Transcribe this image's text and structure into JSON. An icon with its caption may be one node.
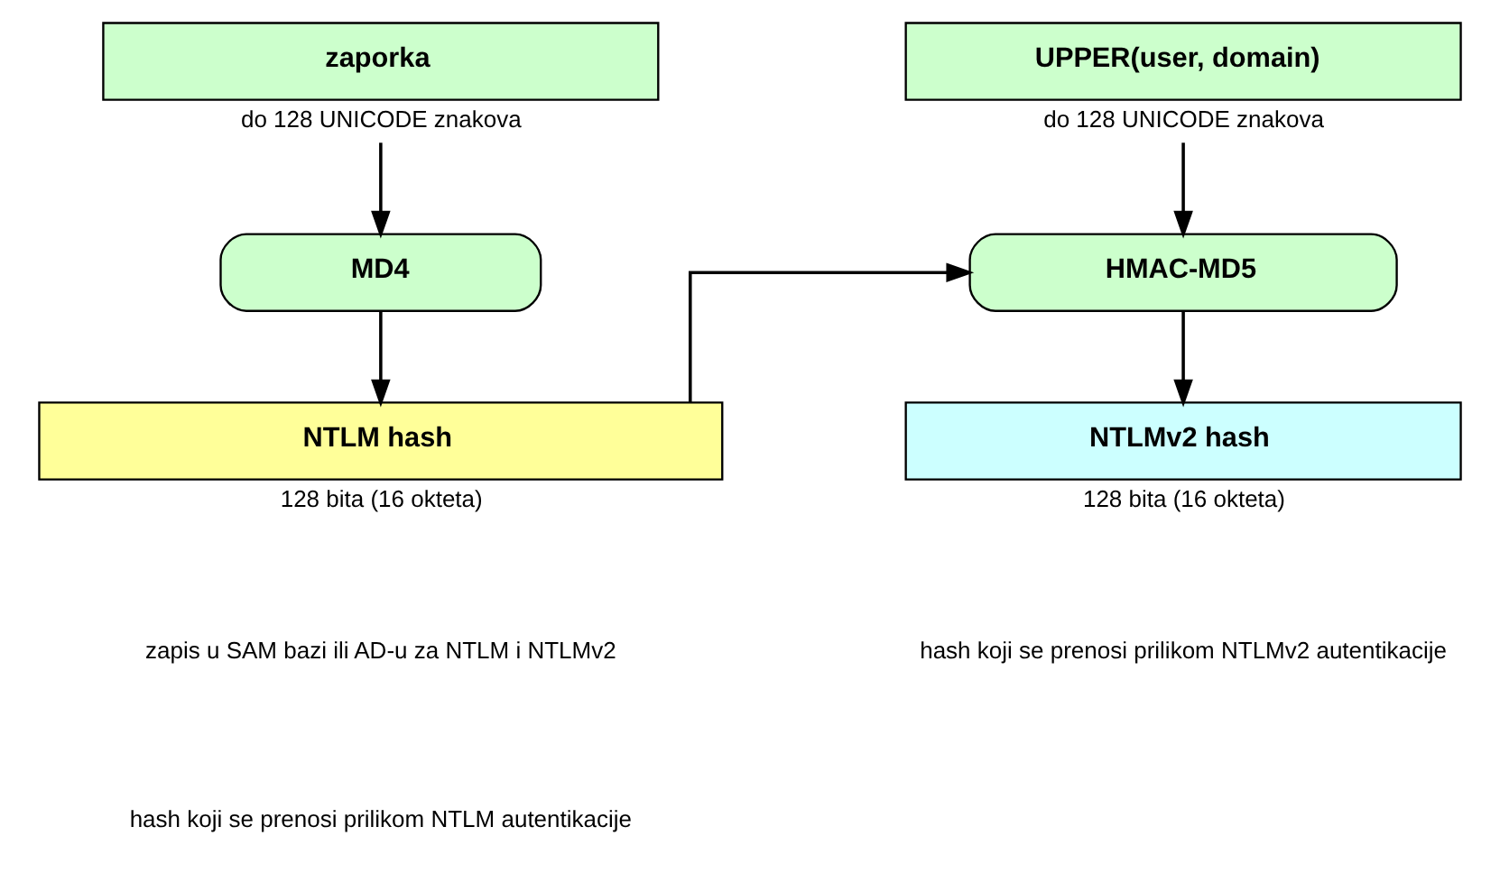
{
  "diagram": {
    "nodes": [
      {
        "text": [
          "zaporka"
        ],
        "beside": [
          "do 128 UNICODE znakova"
        ]
      },
      {
        "text": [
          "UPPER(user, domain)"
        ],
        "beside": [
          "do 128 UNICODE znakova"
        ]
      },
      {
        "text": [
          "MD4"
        ]
      },
      {
        "text": [
          "HMAC-MD5"
        ]
      },
      {
        "text": [
          "NTLM hash"
        ],
        "beside": [
          "128 bita (16 okteta)"
        ]
      },
      {
        "text": [
          "NTLMv2 hash"
        ],
        "beside": [
          "128 bita (16 okteta)"
        ]
      }
    ],
    "edges": [
      {
        "from": 0,
        "to": 2,
        "arrow": "to"
      },
      {
        "from": 2,
        "to": 4,
        "arrow": "to"
      },
      {
        "from": 4,
        "to": 3,
        "arrow": "to"
      },
      {
        "from": 1,
        "to": 3,
        "arrow": "to"
      },
      {
        "from": 3,
        "to": 5,
        "arrow": "to"
      }
    ],
    "labels": [
      "zapis u SAM bazi ili AD-u za NTLM i NTLMv2",
      "hash koji se prenosi prilikom NTLM autentikacije",
      "hash koji se prenosi prilikom NTLMv2 autentikacije"
    ]
  }
}
